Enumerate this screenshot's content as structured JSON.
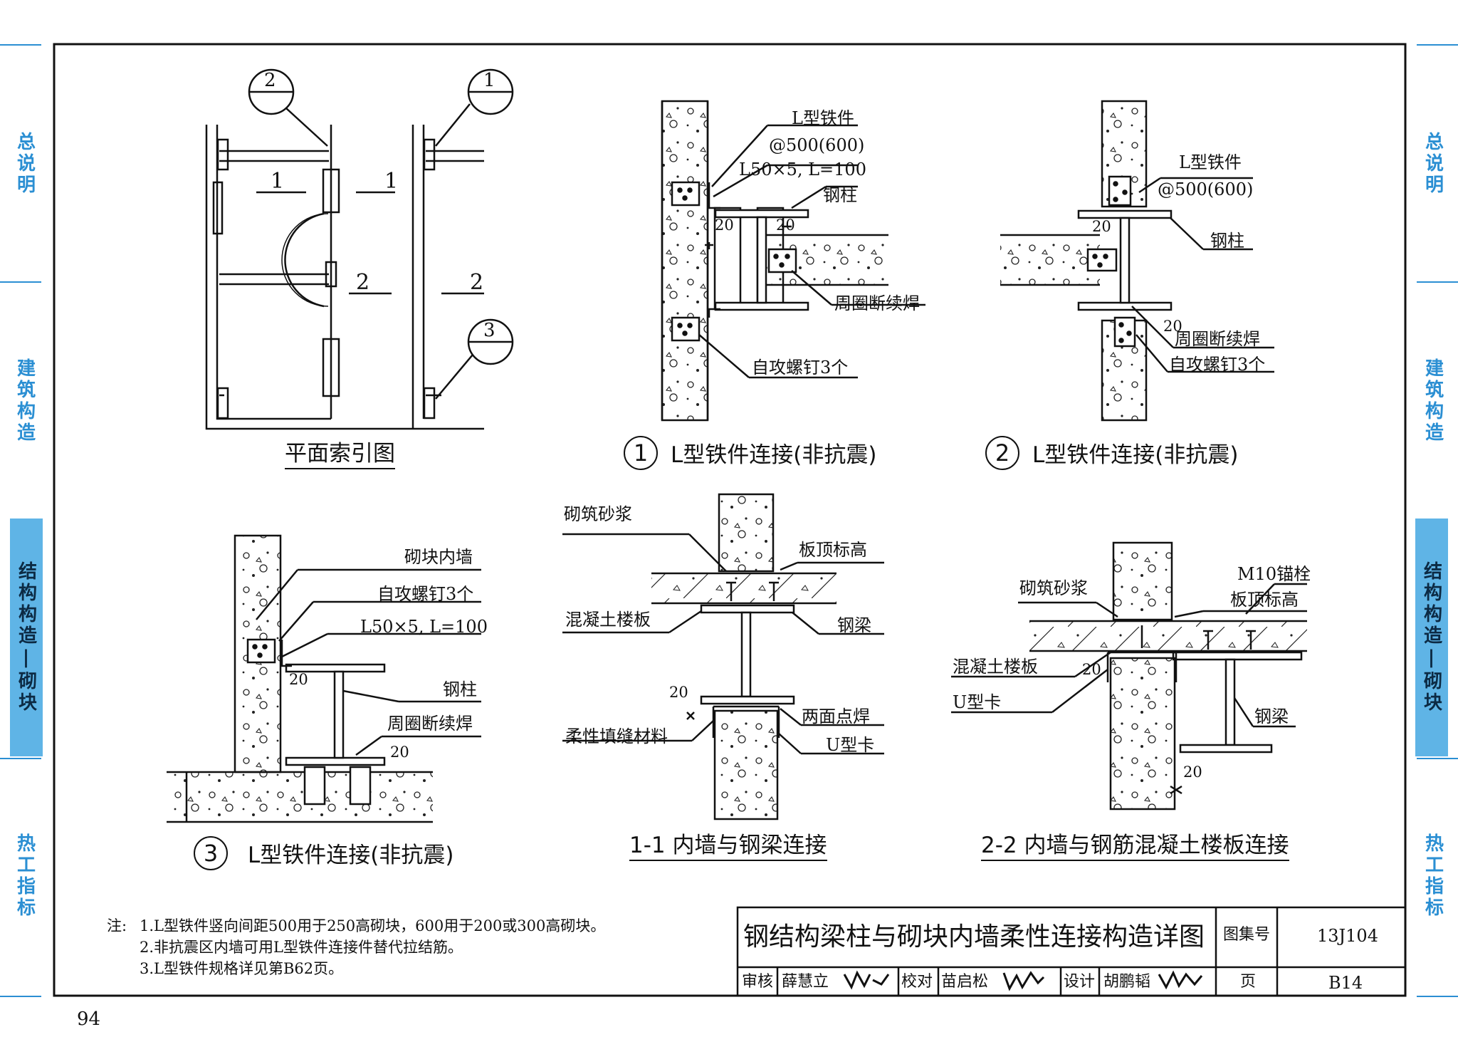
{
  "side_tabs": {
    "left": [
      {
        "label": "总说明",
        "active": false
      },
      {
        "label": "建筑构造",
        "active": false
      },
      {
        "label": "结构构造|砌块",
        "active": true
      },
      {
        "label": "热工指标",
        "active": false
      }
    ],
    "right": [
      {
        "label": "总说明",
        "active": false
      },
      {
        "label": "建筑构造",
        "active": false
      },
      {
        "label": "结构构造|砌块",
        "active": true
      },
      {
        "label": "热工指标",
        "active": false
      }
    ]
  },
  "plan": {
    "title": "平面索引图",
    "index_markers": [
      "2",
      "1",
      "3"
    ],
    "section_labels": [
      "1",
      "1",
      "2",
      "2"
    ]
  },
  "detail1": {
    "number": "1",
    "title": "L型铁件连接(非抗震)",
    "labels": [
      "L型铁件",
      "@500(600)",
      "L50×5, L=100",
      "钢柱",
      "周圈断续焊",
      "自攻螺钉3个"
    ],
    "dims": [
      "20",
      "20"
    ]
  },
  "detail2": {
    "number": "2",
    "title": "L型铁件连接(非抗震)",
    "labels": [
      "L型铁件",
      "@500(600)",
      "钢柱",
      "周圈断续焊",
      "自攻螺钉3个"
    ],
    "dims": [
      "20",
      "20"
    ]
  },
  "detail3": {
    "number": "3",
    "title": "L型铁件连接(非抗震)",
    "labels": [
      "砌块内墙",
      "自攻螺钉3个",
      "L50×5, L=100",
      "钢柱",
      "周圈断续焊"
    ],
    "dims": [
      "20",
      "20"
    ]
  },
  "section11": {
    "title": "1-1  内墙与钢梁连接",
    "labels": [
      "砌筑砂浆",
      "板顶标高",
      "混凝土楼板",
      "钢梁",
      "两面点焊",
      "柔性填缝材料",
      "U型卡"
    ],
    "dims": [
      "20"
    ]
  },
  "section22": {
    "title": "2-2  内墙与钢筋混凝土楼板连接",
    "labels": [
      "M10锚栓",
      "砌筑砂浆",
      "板顶标高",
      "混凝土楼板",
      "U型卡",
      "钢梁"
    ],
    "dims": [
      "20",
      "20"
    ]
  },
  "notes": {
    "prefix": "注:",
    "items": [
      "1.L型铁件竖向间距500用于250高砌块，600用于200或300高砌块。",
      "2.非抗震区内墙可用L型铁件连接件替代拉结筋。",
      "3.L型铁件规格详见第B62页。"
    ]
  },
  "title_block": {
    "drawing_title": "钢结构梁柱与砌块内墙柔性连接构造详图",
    "atlas_label": "图集号",
    "atlas_number": "13J104",
    "page_label": "页",
    "page_number": "B14",
    "review_label": "审核",
    "review_name": "薛慧立",
    "check_label": "校对",
    "check_name": "苗启松",
    "design_label": "设计",
    "design_name": "胡鹏韬"
  },
  "page_number": "94",
  "colors": {
    "accent": "#2b8fd3",
    "active_tab": "#5fb4e6",
    "ink": "#111111"
  }
}
